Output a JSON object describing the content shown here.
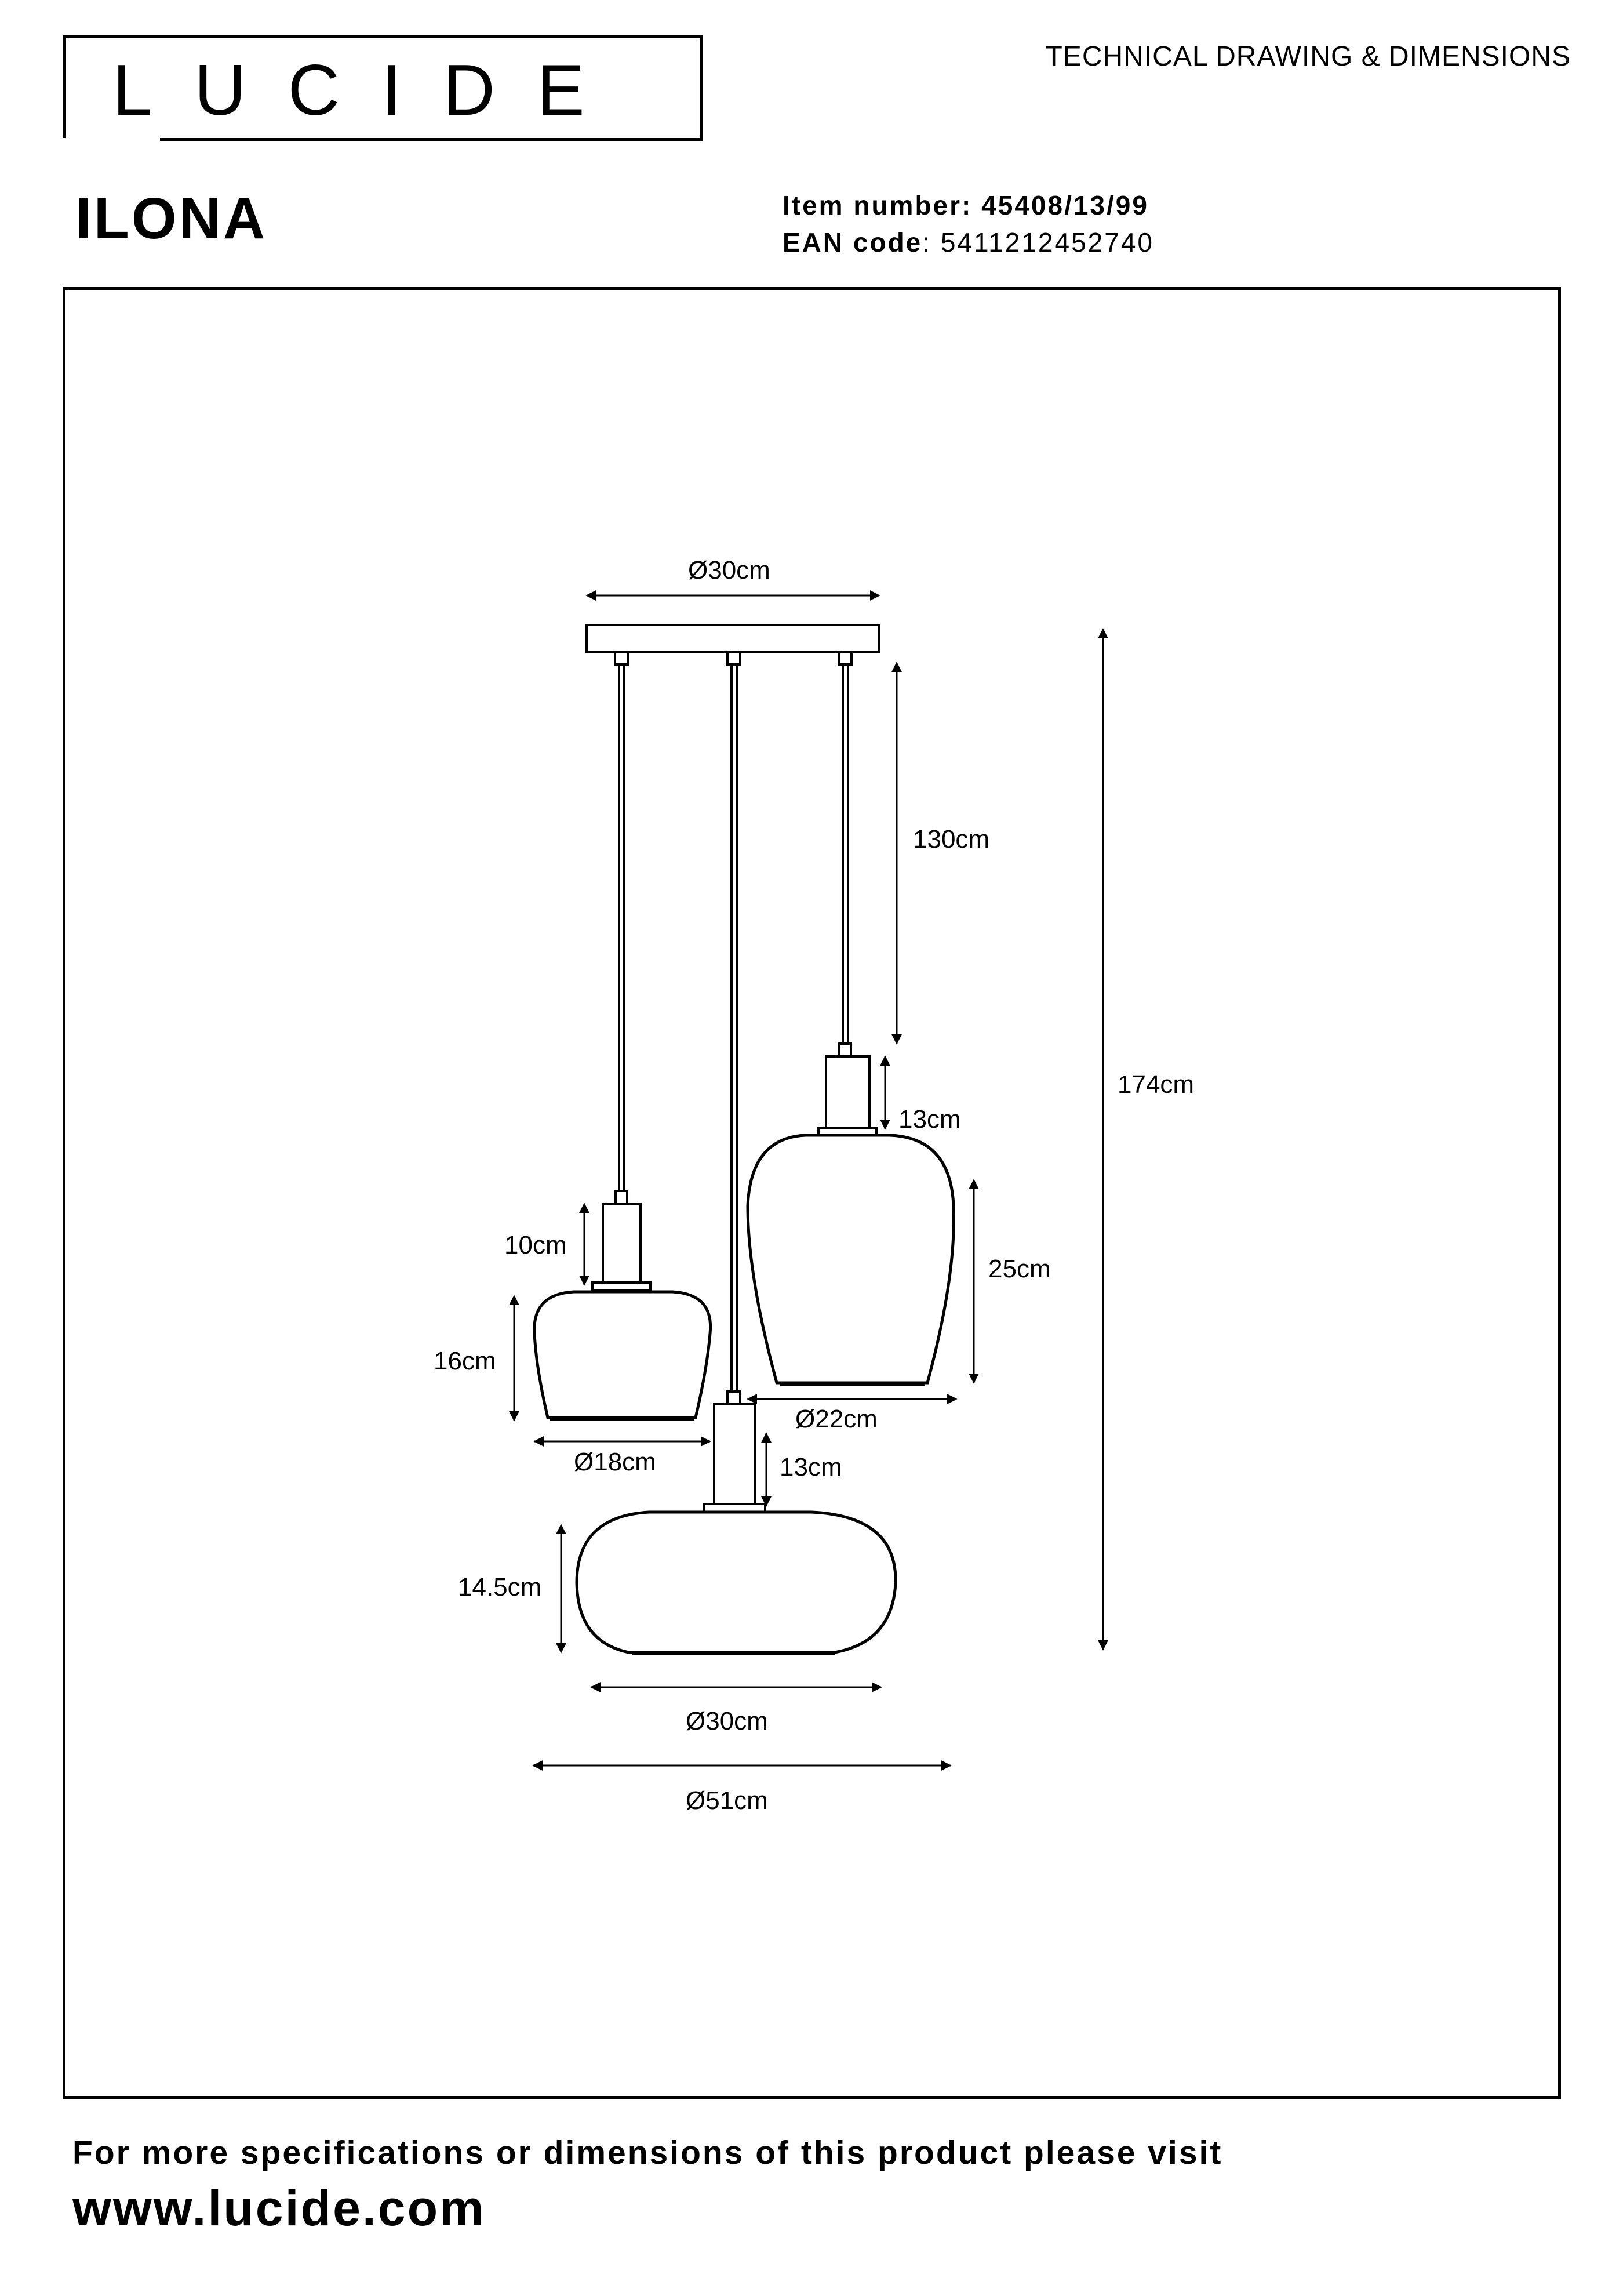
{
  "brand": {
    "logo_text": "LUCIDE"
  },
  "header": {
    "doc_type": "TECHNICAL DRAWING & DIMENSIONS",
    "product_name": "ILONA",
    "item_label": "Item number:",
    "item_number": "45408/13/99",
    "ean_label": "EAN code",
    "ean_code": "5411212452740"
  },
  "dimensions": {
    "canopy_diameter": "Ø30cm",
    "cord_length": "130cm",
    "total_height": "174cm",
    "medium_holder_height": "13cm",
    "medium_shade_height": "25cm",
    "medium_shade_diameter": "Ø22cm",
    "small_holder_height": "10cm",
    "small_shade_height": "16cm",
    "small_shade_diameter": "Ø18cm",
    "large_holder_height": "13cm",
    "large_shade_height": "14.5cm",
    "large_shade_diameter": "Ø30cm",
    "overall_diameter": "Ø51cm"
  },
  "footer": {
    "note": "For more specifications or dimensions of this product please visit",
    "url": "www.lucide.com"
  }
}
